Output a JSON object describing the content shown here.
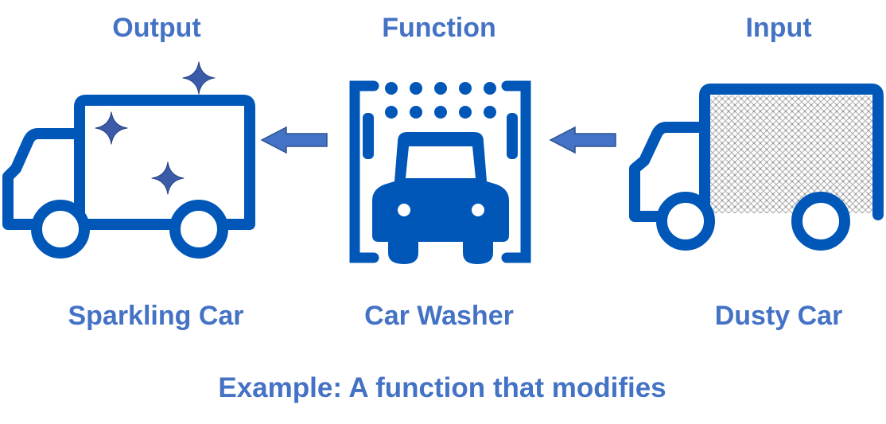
{
  "headings": {
    "output": "Output",
    "function": "Function",
    "input": "Input"
  },
  "labels": {
    "output": "Sparkling Car",
    "function": "Car Washer",
    "input": "Dusty Car"
  },
  "caption": "Example: A function that modifies",
  "colors": {
    "icon": "#0057b8",
    "text": "#4472c4",
    "arrow_fill": "#4472c4",
    "arrow_stroke": "#2f528f",
    "sparkle": "#3b5aa8",
    "dust": "#b9b9b9"
  },
  "icons": [
    "truck-clean-icon",
    "car-wash-icon",
    "truck-dusty-icon",
    "arrow-left-icon",
    "sparkle-icon"
  ]
}
